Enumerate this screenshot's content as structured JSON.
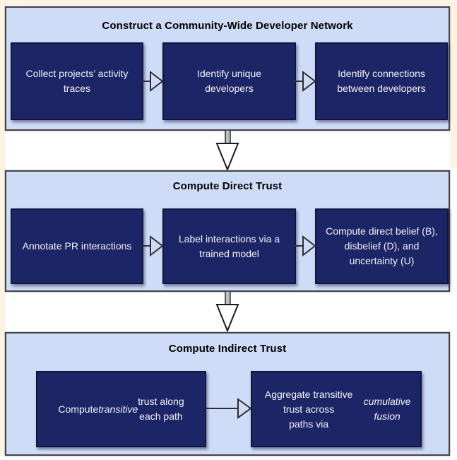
{
  "colors": {
    "cream": "#fdf3e3",
    "panelBg": "#cfdcf7",
    "panelBorder": "#454545",
    "boxBg": "#1c2667",
    "boxBorder": "#10163c",
    "boxText": "#f2f3f7",
    "titleColor": "#000000",
    "arrowStroke": "#2e2e2e",
    "stemFill": "#b9bfc9",
    "pageBg": "#ffffff"
  },
  "stages": [
    {
      "title": "Construct a Community-Wide Developer Network",
      "boxes": [
        "Collect projects’ activity\ntraces",
        "Identify unique\ndevelopers",
        "Identify connections\nbetween developers"
      ]
    },
    {
      "title": "Compute Direct Trust",
      "boxes": [
        "Annotate PR interactions",
        "Label interactions via a\ntrained model",
        "Compute direct belief (B),\ndisbelief (D), and\nuncertainty (U)"
      ]
    },
    {
      "title": "Compute Indirect Trust",
      "rich_boxes": [
        [
          {
            "t": "Compute "
          },
          {
            "t": "transitive",
            "i": true
          },
          {
            "t": " trust along\neach path"
          }
        ],
        [
          {
            "t": "Aggregate transitive trust across\npaths via "
          },
          {
            "t": "cumulative fusion",
            "i": true
          }
        ]
      ]
    }
  ]
}
